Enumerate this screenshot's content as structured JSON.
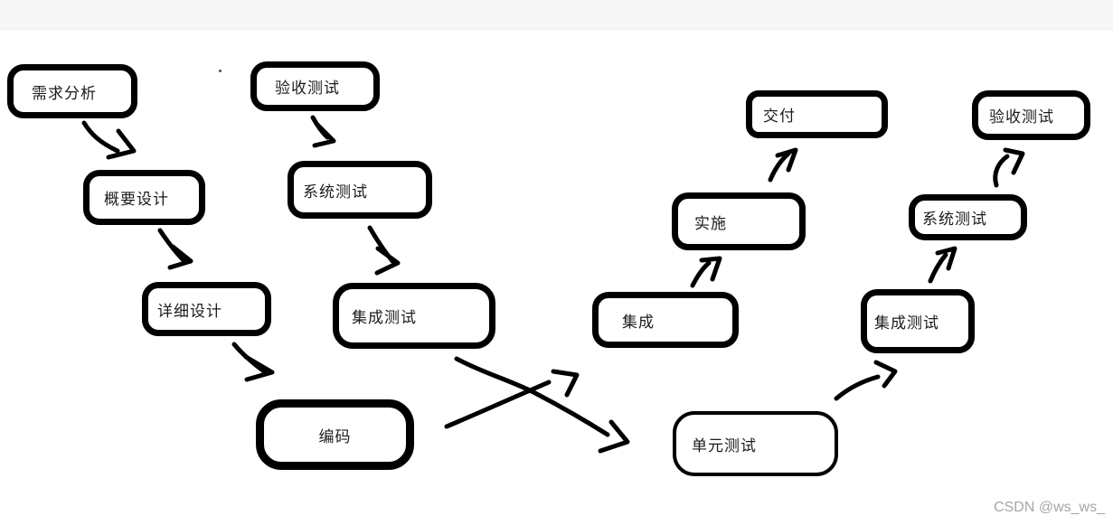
{
  "diagram": {
    "nodes": [
      {
        "id": "requirements-analysis",
        "label": "需求分析"
      },
      {
        "id": "acceptance-test-left",
        "label": "验收测试"
      },
      {
        "id": "outline-design",
        "label": "概要设计"
      },
      {
        "id": "system-test-left",
        "label": "系统测试"
      },
      {
        "id": "detailed-design",
        "label": "详细设计"
      },
      {
        "id": "integration-test-left",
        "label": "集成测试"
      },
      {
        "id": "coding",
        "label": "编码"
      },
      {
        "id": "integration",
        "label": "集成"
      },
      {
        "id": "implementation",
        "label": "实施"
      },
      {
        "id": "delivery",
        "label": "交付"
      },
      {
        "id": "unit-test",
        "label": "单元测试"
      },
      {
        "id": "integration-test-right",
        "label": "集成测试"
      },
      {
        "id": "system-test-right",
        "label": "系统测试"
      },
      {
        "id": "acceptance-test-right",
        "label": "验收测试"
      }
    ],
    "edges": [
      {
        "from": "需求分析",
        "to": "概要设计"
      },
      {
        "from": "概要设计",
        "to": "详细设计"
      },
      {
        "from": "详细设计",
        "to": "编码"
      },
      {
        "from": "验收测试",
        "to": "系统测试"
      },
      {
        "from": "系统测试",
        "to": "集成测试"
      },
      {
        "from": "集成测试",
        "to": "单元测试"
      },
      {
        "from": "编码",
        "to": "集成"
      },
      {
        "from": "集成",
        "to": "实施"
      },
      {
        "from": "实施",
        "to": "交付"
      },
      {
        "from": "单元测试",
        "to": "集成测试"
      },
      {
        "from": "集成测试",
        "to": "系统测试"
      },
      {
        "from": "系统测试",
        "to": "验收测试"
      }
    ],
    "colors": {
      "stroke": "#000000",
      "box_background": "#ffffff",
      "text": "#1c1c1c"
    }
  },
  "watermark": {
    "text": "CSDN @ws_ws_",
    "color": "#a6a6a6"
  }
}
